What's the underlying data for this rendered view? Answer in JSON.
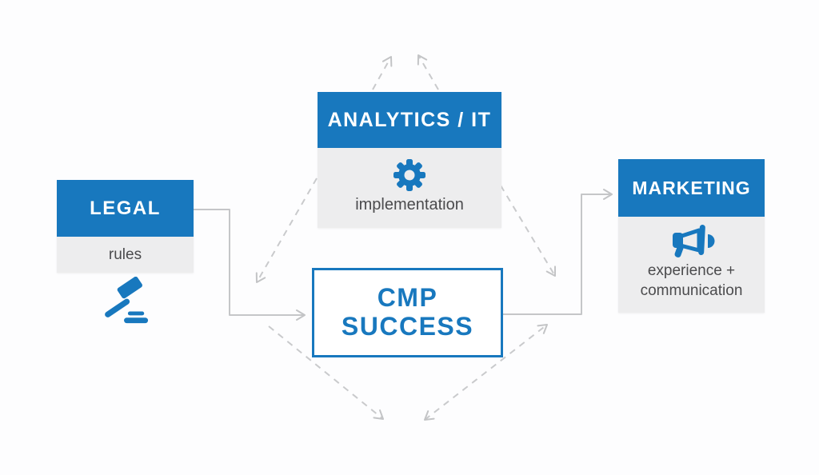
{
  "diagram": {
    "boxes": {
      "legal": {
        "title": "LEGAL",
        "subtitle": "rules",
        "icon": "gavel-icon"
      },
      "analytics": {
        "title": "ANALYTICS / IT",
        "subtitle": "implementation",
        "icon": "gear-icon"
      },
      "marketing": {
        "title": "MARKETING",
        "subtitle_line1": "experience +",
        "subtitle_line2": "communication",
        "icon": "megaphone-icon"
      },
      "center": {
        "line1": "CMP",
        "line2": "SUCCESS"
      }
    },
    "connectors": [
      {
        "name": "legal-to-cmp",
        "style": "solid",
        "arrows": "end"
      },
      {
        "name": "cmp-to-marketing",
        "style": "solid",
        "arrows": "end"
      },
      {
        "name": "analytics-up-left",
        "style": "dashed",
        "arrows": "end"
      },
      {
        "name": "analytics-up-right",
        "style": "dashed",
        "arrows": "end"
      },
      {
        "name": "analytics-down-left",
        "style": "dashed",
        "arrows": "end"
      },
      {
        "name": "analytics-down-right",
        "style": "dashed",
        "arrows": "end"
      },
      {
        "name": "left-to-bottom-point",
        "style": "dashed",
        "arrows": "end"
      },
      {
        "name": "bottom-point-to-right",
        "style": "dashed",
        "arrows": "both"
      }
    ],
    "colors": {
      "accent_blue": "#1878be",
      "panel_gray": "#ededee",
      "line_gray": "#c5c6c8",
      "text_dark": "#4b4b4d",
      "background": "#fdfdfe"
    }
  }
}
